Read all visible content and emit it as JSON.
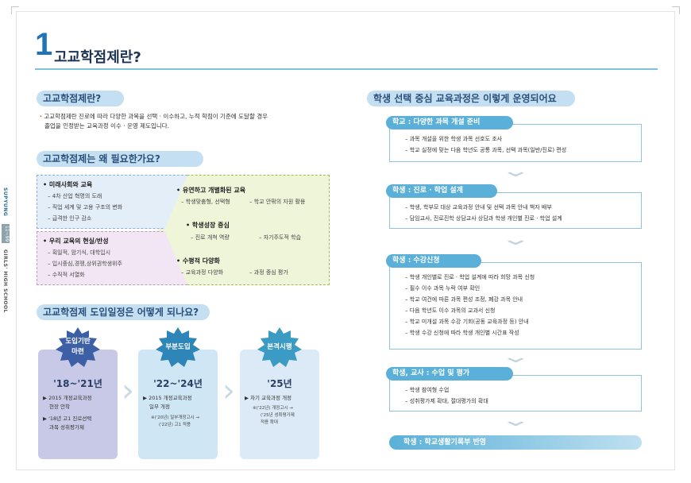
{
  "spine": {
    "top_text": "SUPYUNG",
    "page_num": "11~99",
    "bottom_text": "GIRLS' HIGH SCHOOL"
  },
  "header": {
    "number": "1",
    "title": "고교학점제란?"
  },
  "definition": {
    "heading": "고교학점제란?",
    "text_line1": "고교학점제란 진로에 따라 다양한 과목을 선택 · 이수하고, 누적 학점이 기준에 도달할 경우",
    "text_line2": "졸업을 인정받는 교육과정 이수 · 운영 제도입니다."
  },
  "necessity": {
    "heading": "고교학점제는 왜 필요한가요?",
    "society": {
      "title": "• 미래사회와 교육",
      "items": [
        "– 4차 산업 혁명의 도래",
        "– 직업 세계 및 고용 구조의 변화",
        "– 급격한 인구 감소"
      ]
    },
    "reality": {
      "title": "• 우리 교육의 현실/반성",
      "items": [
        "– 획일적, 암기식, 대학입시",
        "– 입시중심,경쟁,상위권학생위주",
        "– 수직적 서열화"
      ]
    },
    "flexible": {
      "title": "• 유연하고 개별화된 교육",
      "left": "– 학생맞춤형, 선택형",
      "right": "– 학교 안팎의 자원 활용"
    },
    "growth": {
      "title": "• 학생성장 중심",
      "left": "– 진로 개척 역량",
      "right": "– 자기주도적 학습"
    },
    "equity": {
      "title": "• 수평적 다양화",
      "left": "– 교육과정 다양화",
      "right": "– 과정 중심 평가"
    }
  },
  "schedule": {
    "heading": "고교학점제 도입일정은 어떻게 되나요?",
    "stages": [
      {
        "badge_line1": "도입기반",
        "badge_line2": "마련",
        "year": "'18~'21년",
        "lines": [
          "▶ 2015 개정교육과정",
          "   현장 안착",
          "▶ '18년 고1 진로선택",
          "   과목 성취평가제"
        ],
        "sub": []
      },
      {
        "badge_line1": "부분도입",
        "badge_line2": "",
        "year": "'22~'24년",
        "lines": [
          "▶ 2015 개정교육과정",
          "   일부 개정"
        ],
        "sub": [
          "※('20년) 일부개정고시 →",
          "('22년) 고1 적용"
        ]
      },
      {
        "badge_line1": "본격시행",
        "badge_line2": "",
        "year": "'25년",
        "lines": [
          "▶ 차기 교육과정 개정"
        ],
        "sub": [
          "※('22년) 개정고시 →",
          "('25년 성취평가제",
          "적용 확대"
        ]
      }
    ]
  },
  "operation": {
    "heading": "학생 선택 중심 교육과정은 이렇게 운영되어요",
    "steps": [
      {
        "label": "학교 : 다양한 과목 개설 준비",
        "items": [
          "– 과목 개설을 위한 학생 과목 선호도 조사",
          "– 학교 실정에 맞는 다음 학년도 공통 과목, 선택 과목(일반/진로) 편성"
        ]
      },
      {
        "label": "학생 : 진로 · 학업 설계",
        "items": [
          "– 학생, 학부모 대상 교육과정 안내 및 선택 과목 안내 책자 배부",
          "– 담임교사, 진로진학 상담교사 상담과 학생 개인별 진로 · 학업 설계"
        ]
      },
      {
        "label": "학생 : 수강신청",
        "items": [
          "– 학생 개인별로 진로 · 학업 설계에 따라 희망 과목 신청",
          "– 필수 이수 과목 누락 여부 확인",
          "– 학교 여건에 따른 과목 편성 조정, 폐강 과목 안내",
          "– 다음 학년도 이수 과목의 교과서 신청",
          "– 학교 미개설 과목 수강 기회(공동 교육과정 등) 안내",
          "– 학생 수강 신청에 따라 학생 개인별 시간표 작성"
        ]
      },
      {
        "label": "학생, 교사 : 수업 및 평가",
        "items": [
          "– 학생 참여형 수업",
          "– 성취평가제 확대, 절대평가의 확대"
        ]
      }
    ],
    "final": "학생 : 학교생활기록부 반영"
  },
  "colors": {
    "accent": "#1f73b8",
    "pill": "#c4dff1",
    "step": "#5ab0d8"
  }
}
